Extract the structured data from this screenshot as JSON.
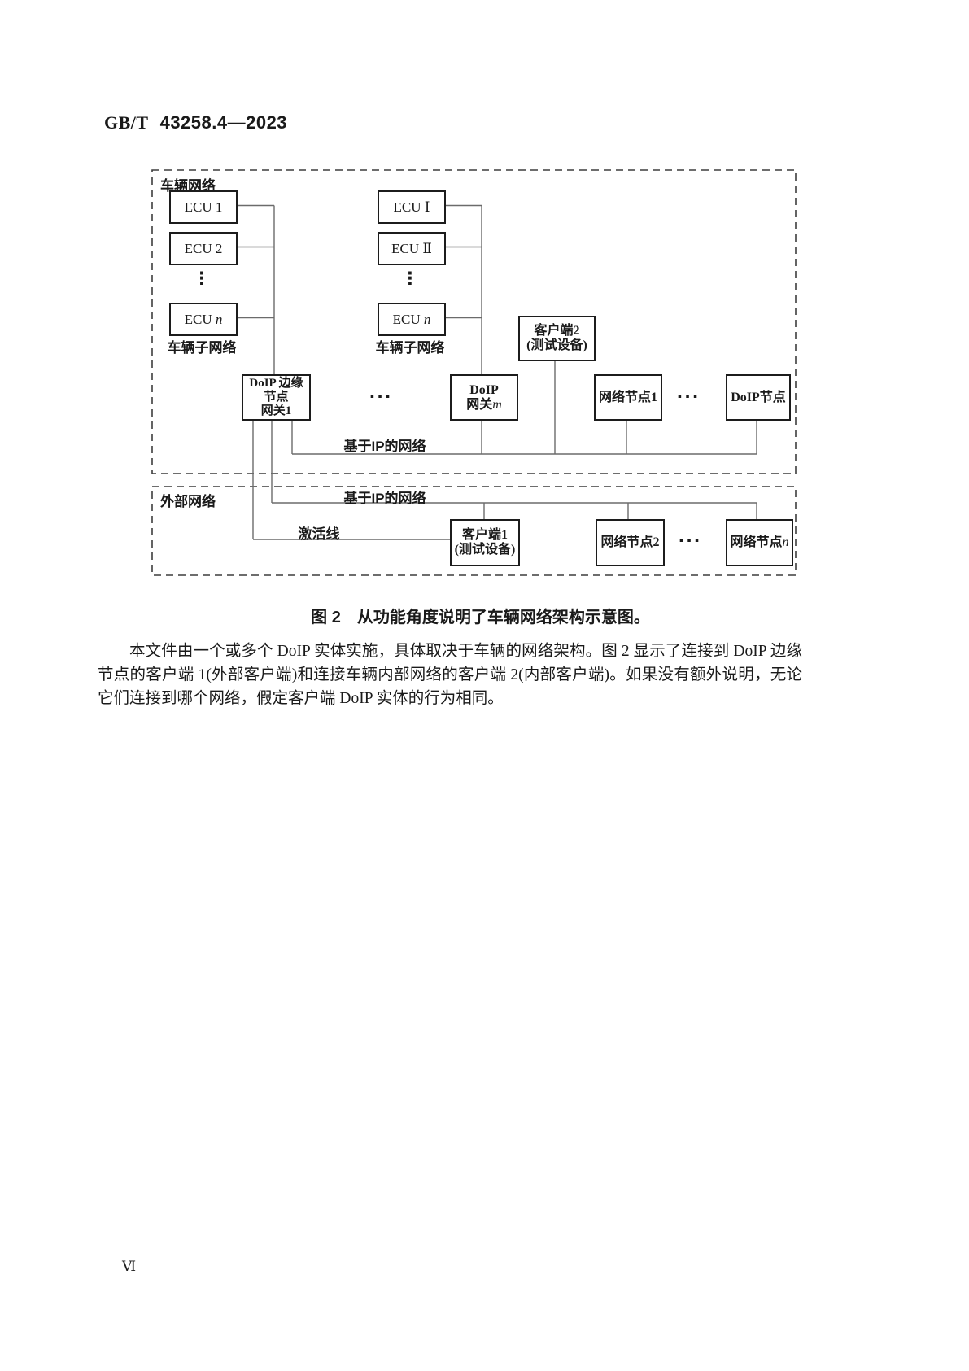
{
  "header": {
    "standard_prefix": "GB/T",
    "standard_number": "43258.4—2023"
  },
  "diagram": {
    "vehicle_network": {
      "label": "车辆网络"
    },
    "external_network": {
      "label": "外部网络"
    },
    "subnet1_label": "车辆子网络",
    "subnet2_label": "车辆子网络",
    "ip_bus_label_inner": "基于IP的网络",
    "ip_bus_label_external": "基于IP的网络",
    "activation_line_label": "激活线",
    "ellipsis": "···",
    "vertical_ellipsis": "⋮",
    "boxes": {
      "ecu1": {
        "label": "ECU 1"
      },
      "ecu2": {
        "label": "ECU 2"
      },
      "ecun_left": {
        "label": "ECU ",
        "var": "n"
      },
      "ecu_i": {
        "label": "ECU Ⅰ"
      },
      "ecu_ii": {
        "label": "ECU Ⅱ"
      },
      "ecun_right": {
        "label": "ECU ",
        "var": "n"
      },
      "doip_edge_gateway1": {
        "line1": "DoIP 边缘",
        "line2": "节点",
        "line3": "网关1"
      },
      "doip_gateway_m": {
        "line1": "DoIP",
        "line2": "网关",
        "var": "m"
      },
      "client2": {
        "line1": "客户端2",
        "line2": "(测试设备)"
      },
      "network_node1": {
        "label": "网络节点1"
      },
      "doip_node": {
        "label": "DoIP节点"
      },
      "client1": {
        "line1": "客户端1",
        "line2": "(测试设备)"
      },
      "network_node2": {
        "label": "网络节点2"
      },
      "network_node_n": {
        "label": "网络节点",
        "var": "n"
      }
    }
  },
  "caption": "图 2　从功能角度说明了车辆网络架构示意图。",
  "paragraph": "本文件由一个或多个 DoIP 实体实施，具体取决于车辆的网络架构。图 2 显示了连接到 DoIP 边缘节点的客户端 1(外部客户端)和连接车辆内部网络的客户端 2(内部客户端)。如果没有额外说明，无论它们连接到哪个网络，假定客户端 DoIP 实体的行为相同。",
  "footer": {
    "page_number": "Ⅵ"
  },
  "colors": {
    "text": "#1a1a1a",
    "box_border": "#1c1c1c",
    "connector_line": "#6b6b6b",
    "dashed_border": "#3d3d3d",
    "background": "#ffffff"
  }
}
